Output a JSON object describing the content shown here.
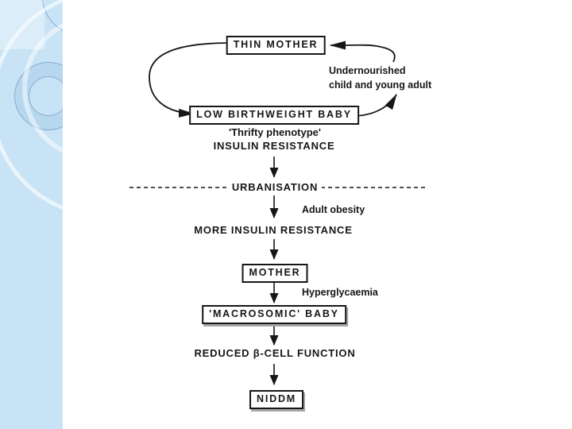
{
  "theme": {
    "sidebar_color": "#c8e3f5",
    "sidebar_square_color": "#dcedfa",
    "ring_fill": "#b7d7ef",
    "ring_outline": "#83abd0",
    "ink_color": "#161616",
    "box_shadow_gray": "#a6a6a6"
  },
  "diagram": {
    "boxes": {
      "thin_mother": "THIN MOTHER",
      "low_birthweight_baby": "LOW BIRTHWEIGHT BABY",
      "mother": "MOTHER",
      "macrosomic_baby": "'MACROSOMIC' BABY",
      "niddm": "NIDDM"
    },
    "labels": {
      "undernourished_line1": "Undernourished",
      "undernourished_line2": "child and young adult",
      "thrifty_phenotype": "'Thrifty phenotype'",
      "insulin_resistance": "INSULIN RESISTANCE",
      "urbanisation": "URBANISATION",
      "adult_obesity": "Adult obesity",
      "more_insulin_resistance": "MORE INSULIN RESISTANCE",
      "hyperglycaemia": "Hyperglycaemia",
      "reduced_beta_cell_function": "REDUCED β-CELL FUNCTION"
    }
  }
}
